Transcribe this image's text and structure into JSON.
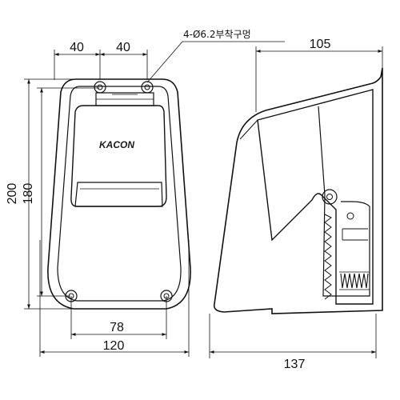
{
  "front_view": {
    "brand_logo": "KACON",
    "dim_top_left": "40",
    "dim_top_right": "40",
    "dim_height_outer": "200",
    "dim_height_inner": "180",
    "dim_bottom_inner": "78",
    "dim_bottom_outer": "120",
    "hole_note": "4-Ø6.2부착구멍"
  },
  "side_view": {
    "dim_top": "105",
    "dim_bottom": "137"
  }
}
